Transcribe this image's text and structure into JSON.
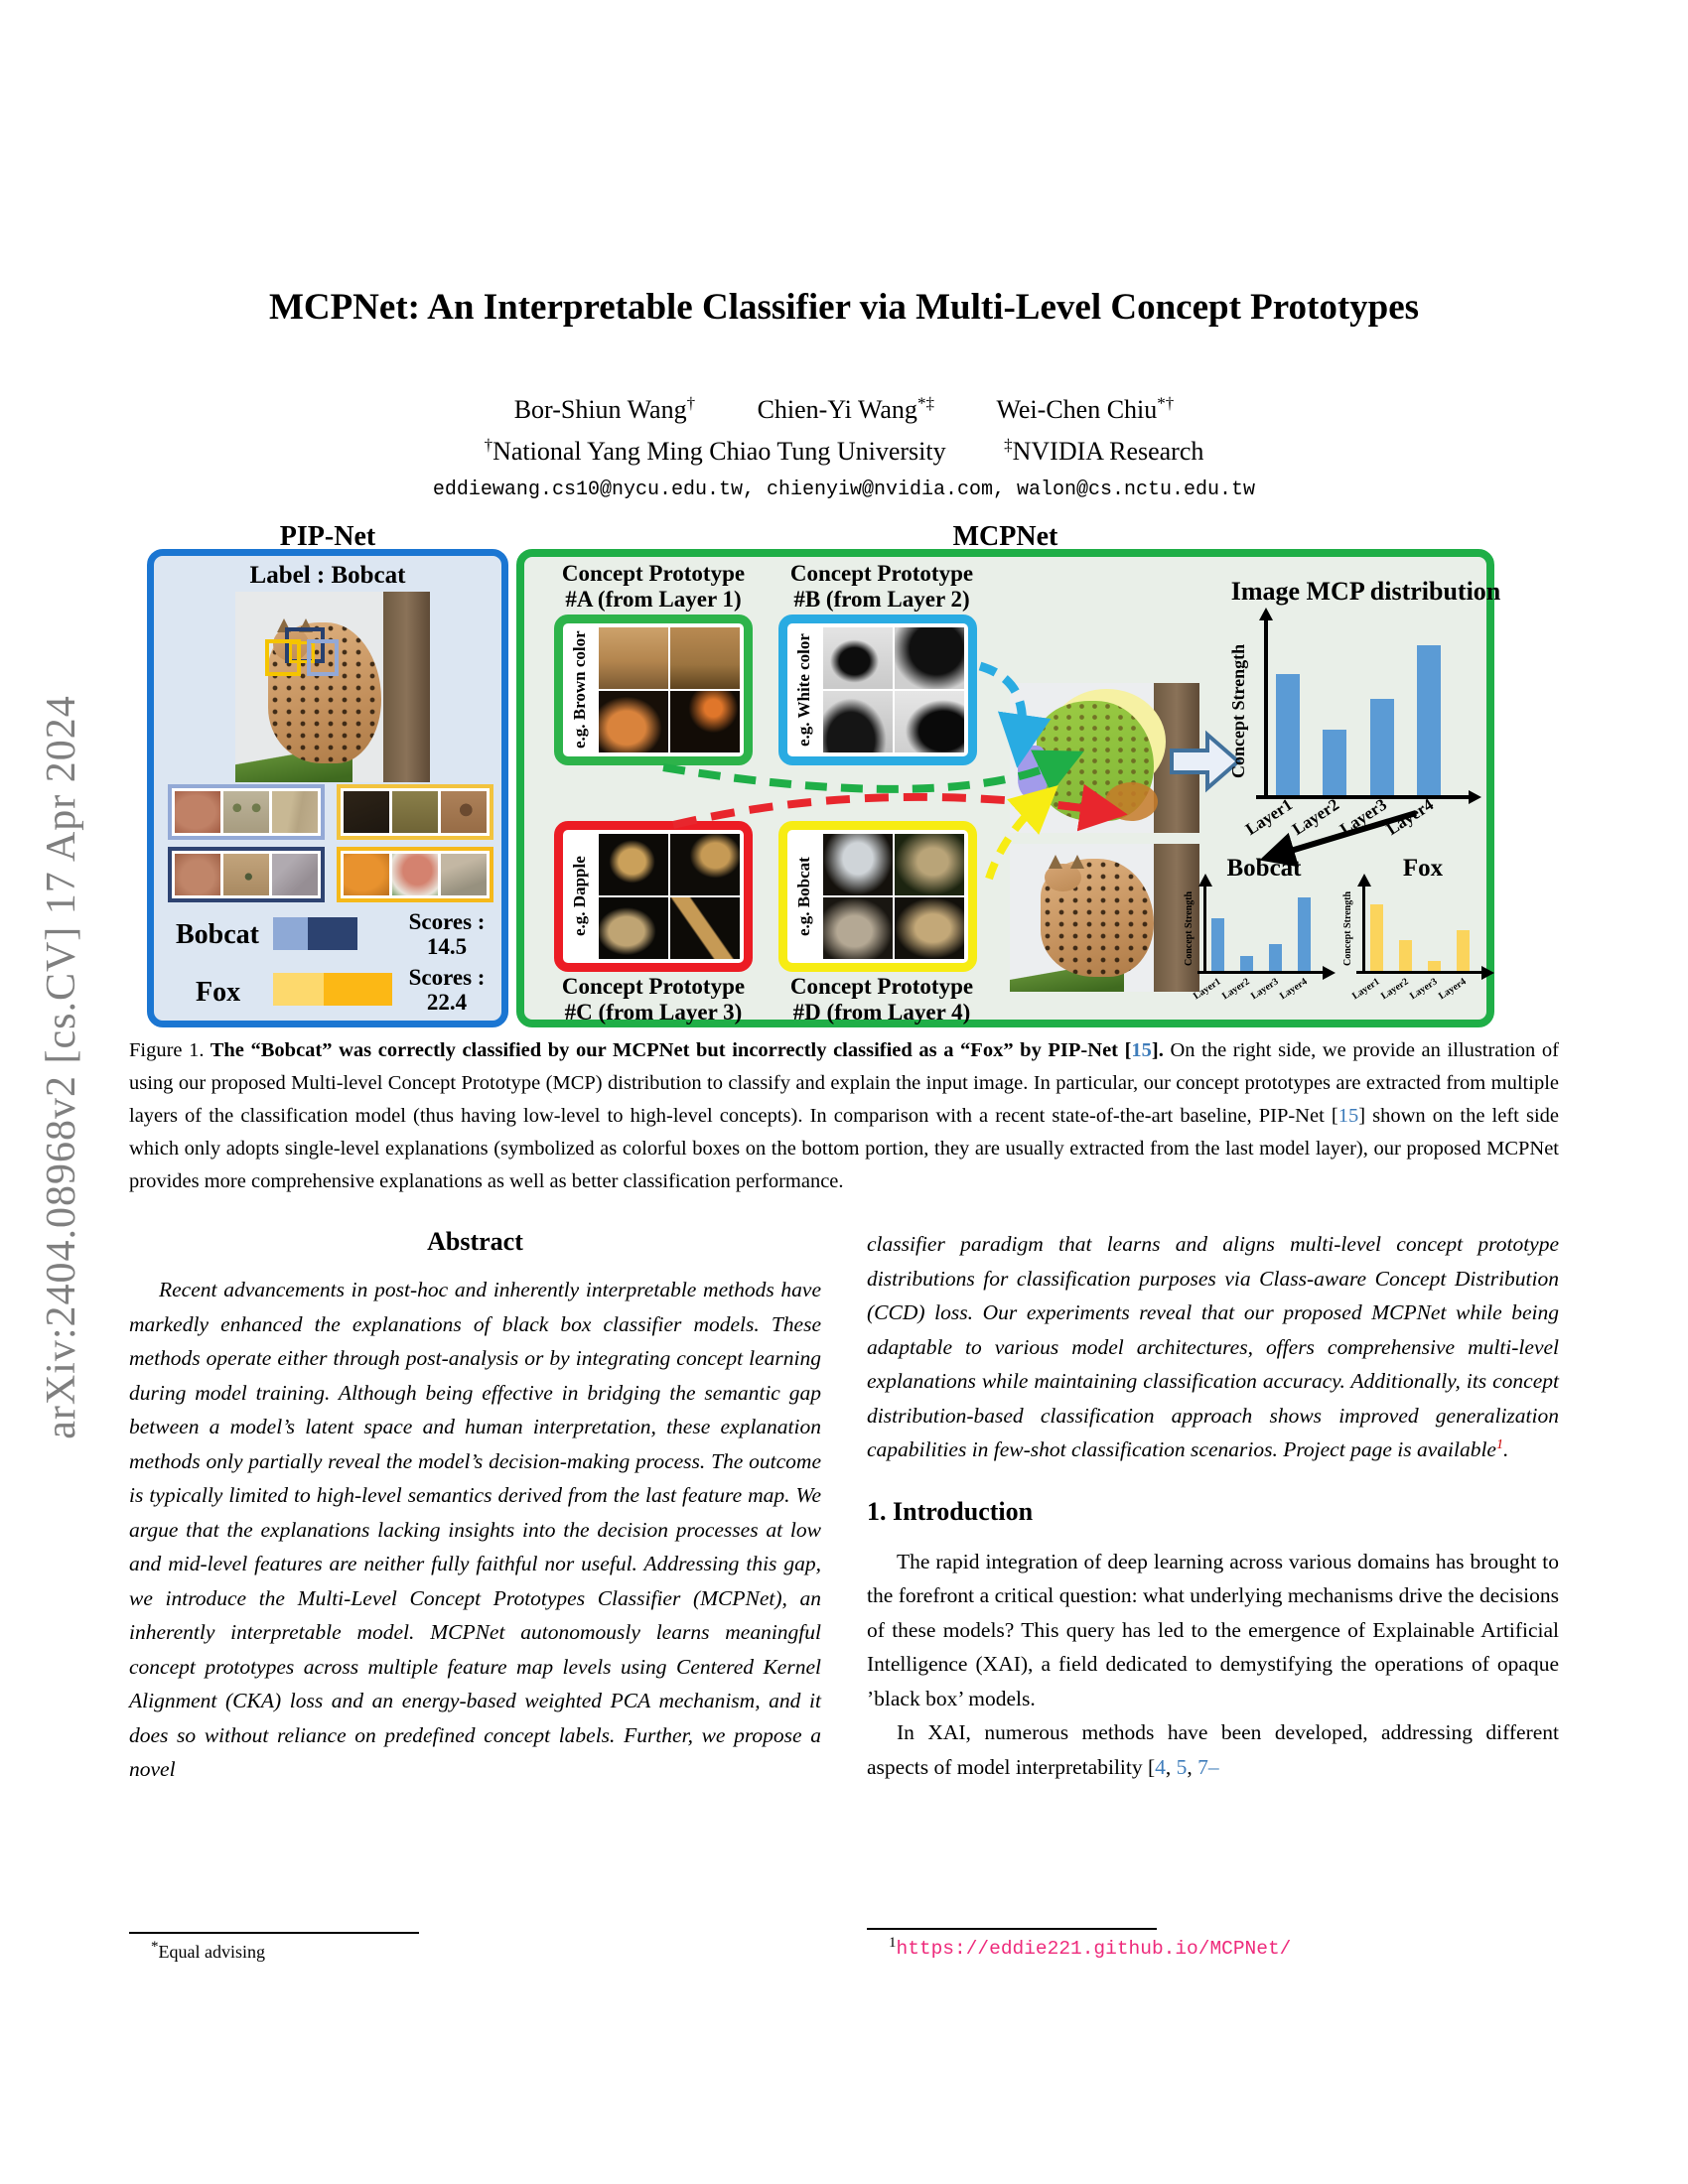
{
  "page": {
    "arxiv_banner": "arXiv:2404.08968v2  [cs.CV]  17 Apr 2024"
  },
  "header": {
    "title": "MCPNet: An Interpretable Classifier via Multi-Level Concept Prototypes",
    "authors": [
      {
        "name": "Bor-Shiun Wang",
        "sup": "†"
      },
      {
        "name": "Chien-Yi Wang",
        "sup": "*‡"
      },
      {
        "name": "Wei-Chen Chiu",
        "sup": "*†"
      }
    ],
    "affil1_sup": "†",
    "affil1": "National Yang Ming Chiao Tung University",
    "affil2_sup": "‡",
    "affil2": "NVIDIA Research",
    "emails": "eddiewang.cs10@nycu.edu.tw, chienyiw@nvidia.com, walon@cs.nctu.edu.tw"
  },
  "figure": {
    "pipnet": {
      "title": "PIP-Net",
      "image_label": "Label : Bobcat",
      "legend": [
        {
          "class_name": "Bobcat",
          "scores_label": "Scores :",
          "score": "14.5",
          "colors": [
            "#8ea9d6",
            "#2c4270"
          ]
        },
        {
          "class_name": "Fox",
          "scores_label": "Scores :",
          "score": "22.4",
          "colors": [
            "#fdd96d",
            "#fcb815"
          ]
        }
      ],
      "panel_colors": {
        "border": "#1b76d2",
        "background": "#dce6f2"
      }
    },
    "mcpnet": {
      "title": "MCPNet",
      "concepts": [
        {
          "line1": "Concept Prototype",
          "line2": "#A (from Layer 1)",
          "example": "e.g. Brown color",
          "border_color": "#2db34a"
        },
        {
          "line1": "Concept Prototype",
          "line2": "#B (from Layer 2)",
          "example": "e.g. White color",
          "border_color": "#29abe2"
        },
        {
          "line1": "Concept Prototype",
          "line2": "#C (from Layer 3)",
          "example": "e.g. Dapple",
          "border_color": "#ec1c24"
        },
        {
          "line1": "Concept Prototype",
          "line2": "#D (from Layer 4)",
          "example": "e.g. Bobcat",
          "border_color": "#f7ec13"
        }
      ],
      "panel_colors": {
        "border": "#1fae47",
        "background": "#e9efe8"
      }
    }
  },
  "chart_data": [
    {
      "type": "bar",
      "title": "Image MCP distribution",
      "ylabel": "Concept Strength",
      "xlabel": "",
      "categories": [
        "Layer1",
        "Layer2",
        "Layer3",
        "Layer4"
      ],
      "values": [
        0.72,
        0.39,
        0.57,
        0.89
      ],
      "ylim": [
        0,
        1
      ],
      "grid": false,
      "bar_color": "#5b9bd5"
    },
    {
      "type": "bar",
      "title": "Bobcat",
      "ylabel": "Concept Strength",
      "xlabel": "",
      "categories": [
        "Layer1",
        "Layer2",
        "Layer3",
        "Layer4"
      ],
      "values": [
        0.65,
        0.18,
        0.33,
        0.9
      ],
      "ylim": [
        0,
        1
      ],
      "grid": false,
      "bar_color": "#5b9bd5"
    },
    {
      "type": "bar",
      "title": "Fox",
      "ylabel": "Concept Strength",
      "xlabel": "",
      "categories": [
        "Layer1",
        "Layer2",
        "Layer3",
        "Layer4"
      ],
      "values": [
        0.82,
        0.38,
        0.12,
        0.5
      ],
      "ylim": [
        0,
        1
      ],
      "grid": false,
      "bar_color": "#fbd45c"
    }
  ],
  "caption": {
    "label": "Figure 1.",
    "bold_a": " The “Bobcat” was correctly classified by our MCPNet but incorrectly classified as a “Fox” by PIP-Net [",
    "cite1": "15",
    "bold_b": "].",
    "text_a": " On the right side, we provide an illustration of using our proposed Multi-level Concept Prototype (MCP) distribution to classify and explain the input image. In particular, our concept prototypes are extracted from multiple layers of the classification model (thus having low-level to high-level concepts). In comparison with a recent state-of-the-art baseline, PIP-Net [",
    "cite2": "15",
    "text_b": "] shown on the left side which only adopts single-level explanations (symbolized as colorful boxes on the bottom portion, they are usually extracted from the last model layer), our proposed MCPNet provides more comprehensive explanations as well as better classification performance."
  },
  "abstract": {
    "heading": "Abstract",
    "p1": "Recent advancements in post-hoc and inherently interpretable methods have markedly enhanced the explanations of black box classifier models.  These methods operate either through post-analysis or by integrating concept learning during model training. Although being effective in bridging the semantic gap between a model’s latent space and human interpretation, these explanation methods only partially reveal the model’s decision-making process. The outcome is typically limited to high-level semantics derived from the last feature map.  We argue that the explanations lacking insights into the decision processes at low and mid-level features are neither fully faithful nor useful. Addressing this gap, we introduce the Multi-Level Concept Prototypes Classifier (MCPNet), an inherently interpretable model.  MCPNet autonomously learns meaningful concept prototypes across multiple feature map levels using Centered Kernel Alignment (CKA) loss and an energy-based weighted PCA mechanism, and it does so without reliance on predefined concept labels.  Further, we propose a novel",
    "p2": "classifier paradigm that learns and aligns multi-level concept prototype distributions for classification purposes via Class-aware Concept Distribution (CCD) loss.  Our experiments reveal that our proposed MCPNet while being adaptable to various model architectures, offers comprehensive multi-level explanations while maintaining classification accuracy.  Additionally, its concept distribution-based classification approach shows improved generalization capabilities in few-shot classification scenarios.  Project page is available",
    "p2_sup": "1",
    "p2_end": "."
  },
  "intro": {
    "heading": "1. Introduction",
    "p1": "The rapid integration of deep learning across various domains has brought to the forefront a critical question:  what underlying mechanisms drive the decisions of these models?  This query has led to the emergence of Explainable Artificial Intelligence (XAI), a field dedicated to demystifying the operations of opaque ’black box’ models.",
    "p2": "In XAI, numerous methods have been developed, addressing different aspects of model interpretability [",
    "cite_a": "4",
    "sep_a": ", ",
    "cite_b": "5",
    "sep_b": ", ",
    "cite_c": "7",
    "dash": "–"
  },
  "footnotes": {
    "left_sup": "*",
    "left_text": "Equal advising",
    "right_sup": "1",
    "right_url": "https://eddie221.github.io/MCPNet/"
  },
  "colors": {
    "citation_link": "#3e7cba",
    "project_url_link": "#ee2a7b",
    "footnote_marker_red": "#cc0000",
    "arxiv_banner_gray": "#7f7f7f"
  }
}
